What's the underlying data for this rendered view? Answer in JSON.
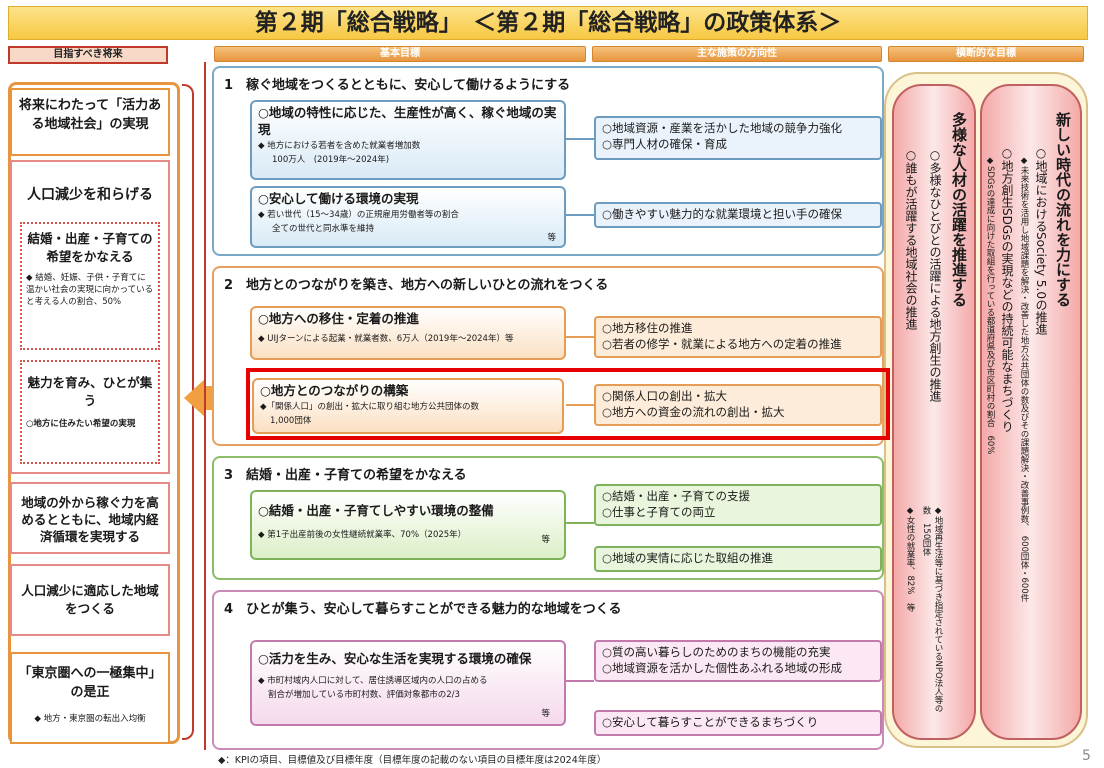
{
  "title": "第２期「総合戦略」　＜第２期「総合戦略」の政策体系＞",
  "headers": {
    "left": "目指すべき将来",
    "basic": "基本目標",
    "policy": "主な施策の方向性",
    "cross": "横断的な目標"
  },
  "left": {
    "box1": "将来にわたって「活力ある地域社会」の実現",
    "box2_title": "人口減少を和らげる",
    "box3_title": "結婚・出産・子育ての希望をかなえる",
    "box3_kpi": "◆ 結婚、妊娠、子供・子育てに温かい社会の実現に向かっていると考える人の割合、50%",
    "box4_title": "魅力を育み、ひとが集う",
    "box4_kpi": "○地方に住みたい希望の実現",
    "box5": "地域の外から稼ぐ力を高めるとともに、地域内経済循環を実現する",
    "box6": "人口減少に適応した地域をつくる",
    "box7_title": "「東京圏への一極集中」の是正",
    "box7_kpi": "◆ 地方・東京圏の転出入均衡"
  },
  "sections": [
    {
      "title": "1　稼ぐ地域をつくるとともに、安心して働けるようにする",
      "goals": [
        {
          "name": "○地域の特性に応じた、生産性が高く、稼ぐ地域の実現",
          "kpi1": "◆ 地方における若者を含めた就業者増加数",
          "kpi2": "100万人　(2019年～2024年)",
          "etc": ""
        },
        {
          "name": "○安心して働ける環境の実現",
          "kpi1": "◆ 若い世代（15～34歳）の正規雇用労働者等の割合",
          "kpi2": "全ての世代と同水準を維持",
          "etc": "等"
        }
      ],
      "policies": [
        [
          "○地域資源・産業を活かした地域の競争力強化",
          "○専門人材の確保・育成"
        ],
        [
          "○働きやすい魅力的な就業環境と担い手の確保"
        ]
      ]
    },
    {
      "title": "2　地方とのつながりを築き、地方への新しいひとの流れをつくる",
      "goals": [
        {
          "name": "○地方への移住・定着の推進",
          "kpi1": "◆ UIJターンによる起業・就業者数、6万人（2019年～2024年）等",
          "kpi2": "",
          "etc": ""
        },
        {
          "name": "○地方とのつながりの構築",
          "kpi1": "◆「関係人口」の創出・拡大に取り組む地方公共団体の数",
          "kpi2": "1,000団体",
          "etc": ""
        }
      ],
      "policies": [
        [
          "○地方移住の推進",
          "○若者の修学・就業による地方への定着の推進"
        ],
        [
          "○関係人口の創出・拡大",
          "○地方への資金の流れの創出・拡大"
        ]
      ]
    },
    {
      "title": "3　結婚・出産・子育ての希望をかなえる",
      "goals": [
        {
          "name": "○結婚・出産・子育てしやすい環境の整備",
          "kpi1": "◆ 第1子出産前後の女性継続就業率、70%（2025年）",
          "kpi2": "",
          "etc": "等"
        }
      ],
      "policies": [
        [
          "○結婚・出産・子育ての支援",
          "○仕事と子育ての両立"
        ],
        [
          "○地域の実情に応じた取組の推進"
        ]
      ]
    },
    {
      "title": "4　ひとが集う、安心して暮らすことができる魅力的な地域をつくる",
      "goals": [
        {
          "name": "○活力を生み、安心な生活を実現する環境の確保",
          "kpi1": "◆ 市町村域内人口に対して、居住誘導区域内の人口の占める",
          "kpi2": "割合が増加している市町村数、評価対象都市の2/3",
          "etc": "等"
        }
      ],
      "policies": [
        [
          "○質の高い暮らしのためのまちの機能の充実",
          "○地域資源を活かした個性あふれる地域の形成"
        ],
        [
          "○安心して暮らすことができるまちづくり"
        ]
      ]
    }
  ],
  "cross": {
    "col1_title": "多様な人材の活躍を推進する",
    "col1_item1": "○多様なひとびとの活躍による地方創生の推進",
    "col1_item2": "○誰もが活躍する地域社会の推進",
    "col1_kpi1": "◆地域再生法等に基づき指定されているNPO法人等の数　150団体",
    "col1_kpi2": "◆女性の就業率、82%　等",
    "col2_title": "新しい時代の流れを力にする",
    "col2_item1": "○地域におけるSociety 5.0の推進",
    "col2_kpi1": "◆未来技術を活用し地域課題を解決・改善した地方公共団体の数及びその課題解決・改善事例数、　600団体・600件",
    "col2_item2": "○地方創生SDGsの実現などの持続可能なまちづくり",
    "col2_kpi2": "◆SDGsの達成に向けた取組を行っている都道府県及び市区町村の割合　60%"
  },
  "footnote": "◆：KPIの項目、目標値及び目標年度（目標年度の記載のない項目の目標年度は2024年度）",
  "page": "5"
}
